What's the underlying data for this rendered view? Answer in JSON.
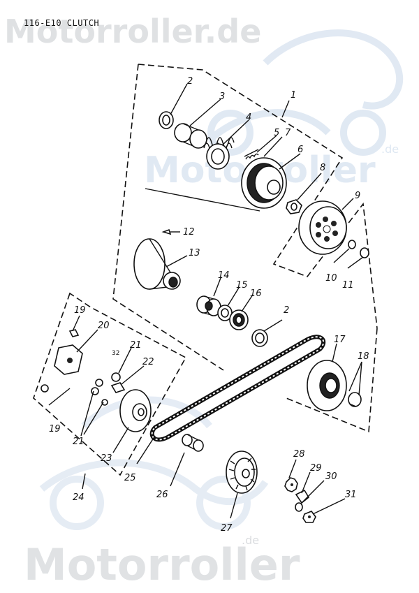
{
  "header": {
    "title": "116-E10 CLUTCH"
  },
  "watermark": {
    "brand": "Motorroller.de",
    "brand_short": "Motorroller",
    "suffix": ".de"
  },
  "labels": [
    {
      "id": "l1",
      "text": "1"
    },
    {
      "id": "l2a",
      "text": "2"
    },
    {
      "id": "l3",
      "text": "3"
    },
    {
      "id": "l4",
      "text": "4"
    },
    {
      "id": "l5",
      "text": "5"
    },
    {
      "id": "l7",
      "text": "7"
    },
    {
      "id": "l6",
      "text": "6"
    },
    {
      "id": "l8",
      "text": "8"
    },
    {
      "id": "l9",
      "text": "9"
    },
    {
      "id": "l10",
      "text": "10"
    },
    {
      "id": "l11",
      "text": "11"
    },
    {
      "id": "l12",
      "text": "12"
    },
    {
      "id": "l13",
      "text": "13"
    },
    {
      "id": "l14",
      "text": "14"
    },
    {
      "id": "l15",
      "text": "15"
    },
    {
      "id": "l16",
      "text": "16"
    },
    {
      "id": "l2b",
      "text": "2"
    },
    {
      "id": "l17",
      "text": "17"
    },
    {
      "id": "l18",
      "text": "18"
    },
    {
      "id": "l19a",
      "text": "19"
    },
    {
      "id": "l20",
      "text": "20"
    },
    {
      "id": "l32",
      "text": "32"
    },
    {
      "id": "l21a",
      "text": "21"
    },
    {
      "id": "l22",
      "text": "22"
    },
    {
      "id": "l19b",
      "text": "19"
    },
    {
      "id": "l21b",
      "text": "21"
    },
    {
      "id": "l23",
      "text": "23"
    },
    {
      "id": "l24",
      "text": "24"
    },
    {
      "id": "l25",
      "text": "25"
    },
    {
      "id": "l26",
      "text": "26"
    },
    {
      "id": "l27",
      "text": "27"
    },
    {
      "id": "l28",
      "text": "28"
    },
    {
      "id": "l29",
      "text": "29"
    },
    {
      "id": "l30",
      "text": "30"
    },
    {
      "id": "l31",
      "text": "31"
    }
  ]
}
